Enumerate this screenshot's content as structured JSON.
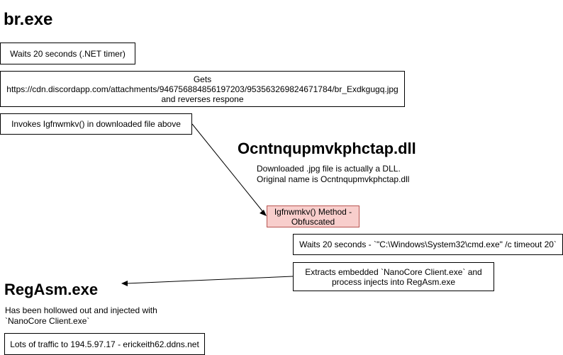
{
  "titles": {
    "br_exe": "br.exe",
    "dll": "Ocntnqupmvkphctap.dll",
    "regasm": "RegAsm.exe"
  },
  "boxes": {
    "wait_timer": "Waits 20 seconds (.NET timer)",
    "gets": {
      "line1": "Gets",
      "line2": "https://cdn.discordapp.com/attachments/946756884856197203/953563269824671784/br_Exdkgugq.jpg",
      "line3": "and reverses respone"
    },
    "invokes": "Invokes Igfnwmkv() in downloaded file above",
    "method": {
      "line1": "Igfnwmkv() Method -",
      "line2": "Obfuscated"
    },
    "wait_cmd": "Waits 20 seconds - `\"C:\\Windows\\System32\\cmd.exe\" /c timeout 20`",
    "extracts": {
      "line1": "Extracts embedded `NanoCore Client.exe` and",
      "line2": "process injects into RegAsm.exe"
    },
    "traffic": "Lots of traffic to 194.5.97.17 - erickeith62.ddns.net"
  },
  "notes": {
    "dll_line1": "Downloaded .jpg file is actually a DLL.",
    "dll_line2": "Original name is Ocntnqupmvkphctap.dll",
    "regasm_line1": "Has been hollowed out and injected with",
    "regasm_line2": "`NanoCore Client.exe`"
  },
  "colors": {
    "method_fill": "#f8cecc",
    "method_stroke": "#b85450"
  }
}
